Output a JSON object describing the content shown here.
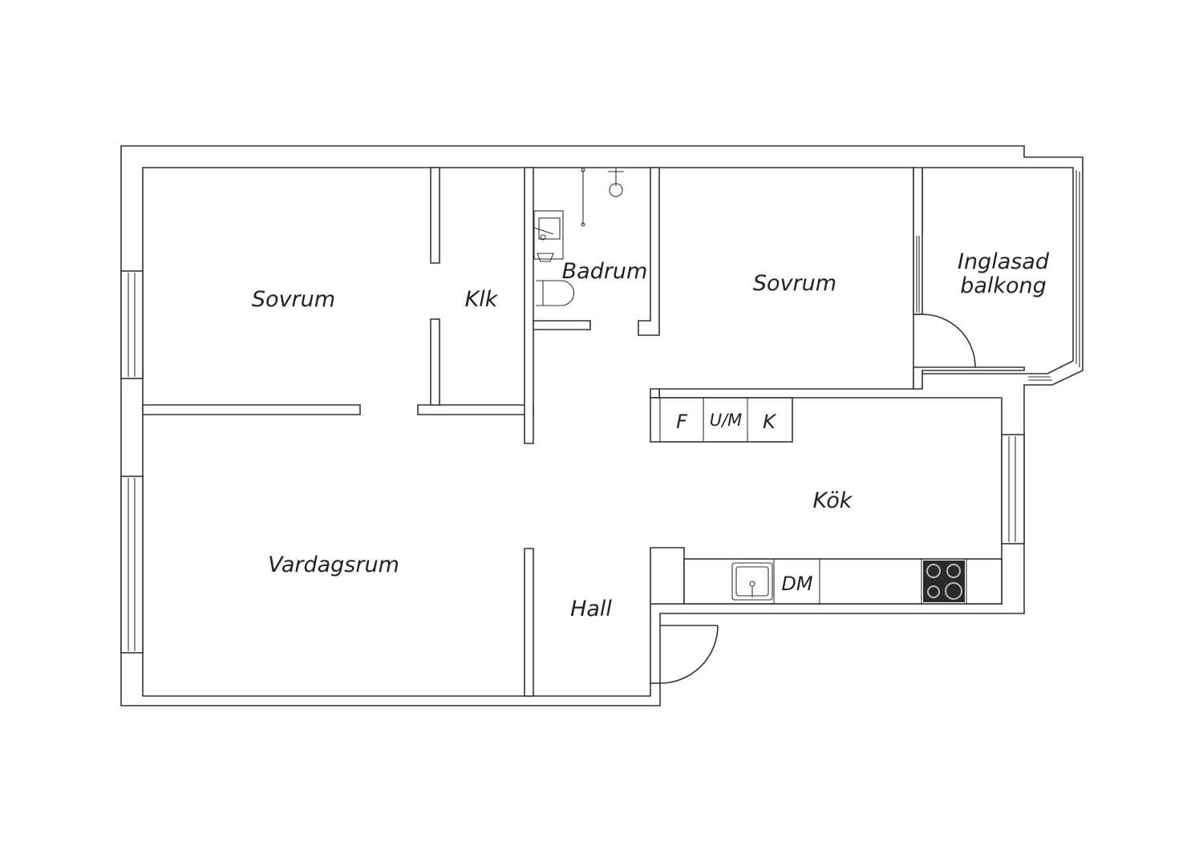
{
  "rooms": {
    "bedroom_left": "Sovrum",
    "closet": "Klk",
    "bathroom": "Badrum",
    "bedroom_right": "Sovrum",
    "balcony_line1": "Inglasad",
    "balcony_line2": "balkong",
    "living_room": "Vardagsrum",
    "hall": "Hall",
    "kitchen": "Kök"
  },
  "fixtures": {
    "fridge": "F",
    "washer_dryer": "U/M",
    "freezer": "K",
    "dishwasher": "DM"
  },
  "colors": {
    "line": "#333333",
    "background": "#ffffff"
  }
}
